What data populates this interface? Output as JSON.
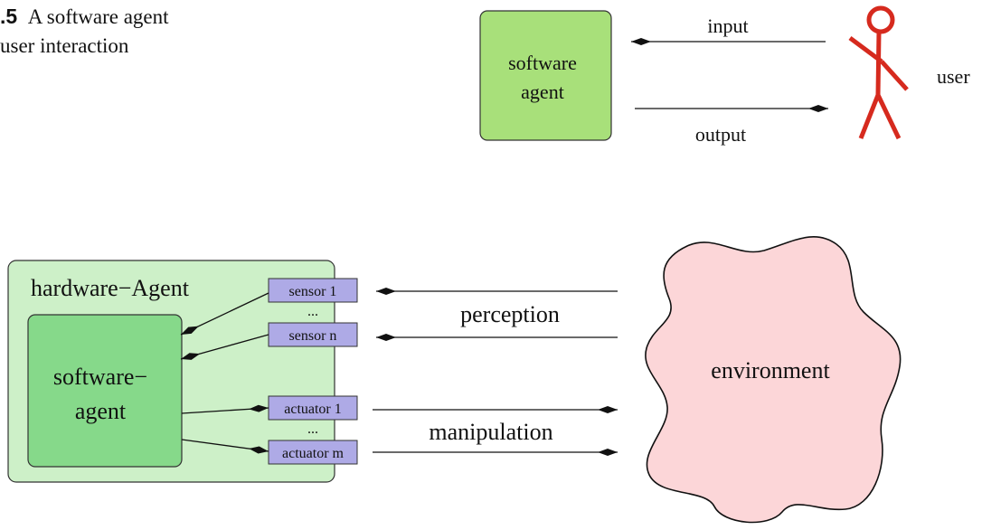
{
  "caption": {
    "number": ".5",
    "line1": "A software agent",
    "line2": "user interaction"
  },
  "top_diagram": {
    "agent_line1": "software",
    "agent_line2": "agent",
    "input_label": "input",
    "output_label": "output",
    "user_label": "user"
  },
  "bottom_diagram": {
    "hardware_title": "hardware−Agent",
    "software_line1": "software−",
    "software_line2": "agent",
    "sensor_first": "sensor 1",
    "sensor_last": "sensor n",
    "actuator_first": "actuator 1",
    "actuator_last": "actuator m",
    "ellipsis": "...",
    "perception_label": "perception",
    "manipulation_label": "manipulation",
    "environment_label": "environment"
  },
  "colors": {
    "software_agent_fill": "#a8e07a",
    "hardware_fill": "#cdf0c8",
    "software_inner_fill": "#86d98a",
    "sensor_fill": "#aeaae6",
    "user_figure": "#d62a1e",
    "environment_fill": "#fcd6d8"
  }
}
